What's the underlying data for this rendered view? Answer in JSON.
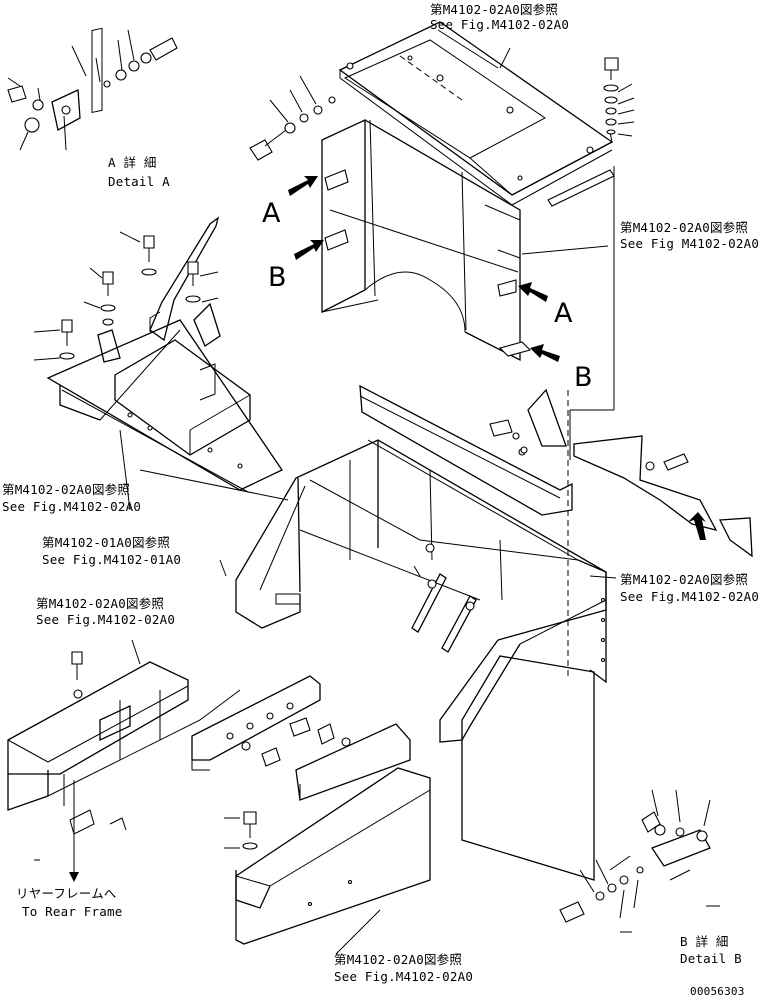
{
  "refs": {
    "top_jp": "第M4102-02A0図参照",
    "top_en": "See Fig.M4102-02A0",
    "right1_jp": "第M4102-02A0図参照",
    "right1_en": "See Fig M4102-02A0",
    "left_jp": "第M4102-02A0図参照",
    "left_en": "See Fig.M4102-02A0",
    "frame_jp": "第M4102-01A0図参照",
    "frame_en": "See Fig.M4102-01A0",
    "right2_jp": "第M4102-02A0図参照",
    "right2_en": "See Fig.M4102-02A0",
    "lower_jp": "第M4102-02A0図参照",
    "lower_en": "See Fig.M4102-02A0",
    "bottom_jp": "第M4102-02A0図参照",
    "bottom_en": "See Fig.M4102-02A0"
  },
  "details": {
    "a_jp": "A 詳 細",
    "a_en": "Detail A",
    "b_jp": "B 詳 細",
    "b_en": "Detail B"
  },
  "markers": {
    "a1": "A",
    "b1": "B",
    "a2": "A",
    "b2": "B"
  },
  "rear_frame": {
    "jp": "リヤーフレームへ",
    "en": "To Rear Frame"
  },
  "drawing_number": "00056303"
}
